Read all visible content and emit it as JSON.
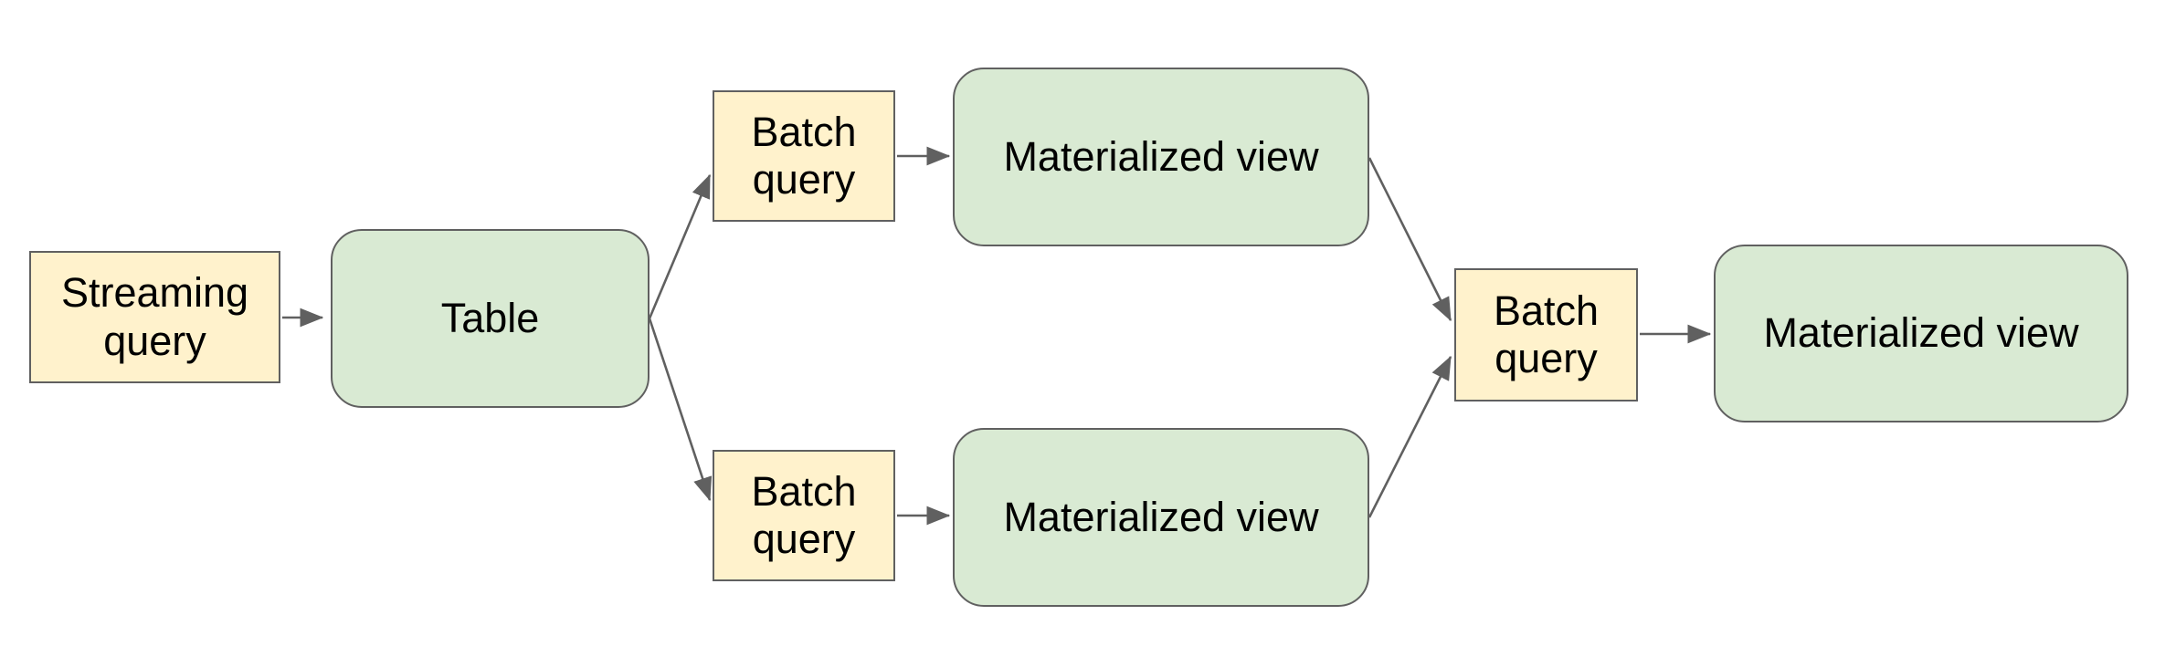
{
  "colors": {
    "background": "#ffffff",
    "query_fill": "#fff2cc",
    "storage_fill": "#d9ead3",
    "border": "#606060",
    "arrow": "#606060",
    "text": "#000000"
  },
  "nodes": [
    {
      "id": "streaming-query",
      "label": "Streaming query",
      "kind": "query"
    },
    {
      "id": "table",
      "label": "Table",
      "kind": "storage"
    },
    {
      "id": "batch-query-top",
      "label": "Batch query",
      "kind": "query"
    },
    {
      "id": "materialized-view-top",
      "label": "Materialized view",
      "kind": "storage"
    },
    {
      "id": "batch-query-bottom",
      "label": "Batch query",
      "kind": "query"
    },
    {
      "id": "materialized-view-bottom",
      "label": "Materialized view",
      "kind": "storage"
    },
    {
      "id": "batch-query-right",
      "label": "Batch query",
      "kind": "query"
    },
    {
      "id": "materialized-view-right",
      "label": "Materialized view",
      "kind": "storage"
    }
  ],
  "edges": [
    {
      "from": "streaming-query",
      "to": "table"
    },
    {
      "from": "table",
      "to": "batch-query-top"
    },
    {
      "from": "table",
      "to": "batch-query-bottom"
    },
    {
      "from": "batch-query-top",
      "to": "materialized-view-top"
    },
    {
      "from": "batch-query-bottom",
      "to": "materialized-view-bottom"
    },
    {
      "from": "materialized-view-top",
      "to": "batch-query-right"
    },
    {
      "from": "materialized-view-bottom",
      "to": "batch-query-right"
    },
    {
      "from": "batch-query-right",
      "to": "materialized-view-right"
    }
  ]
}
